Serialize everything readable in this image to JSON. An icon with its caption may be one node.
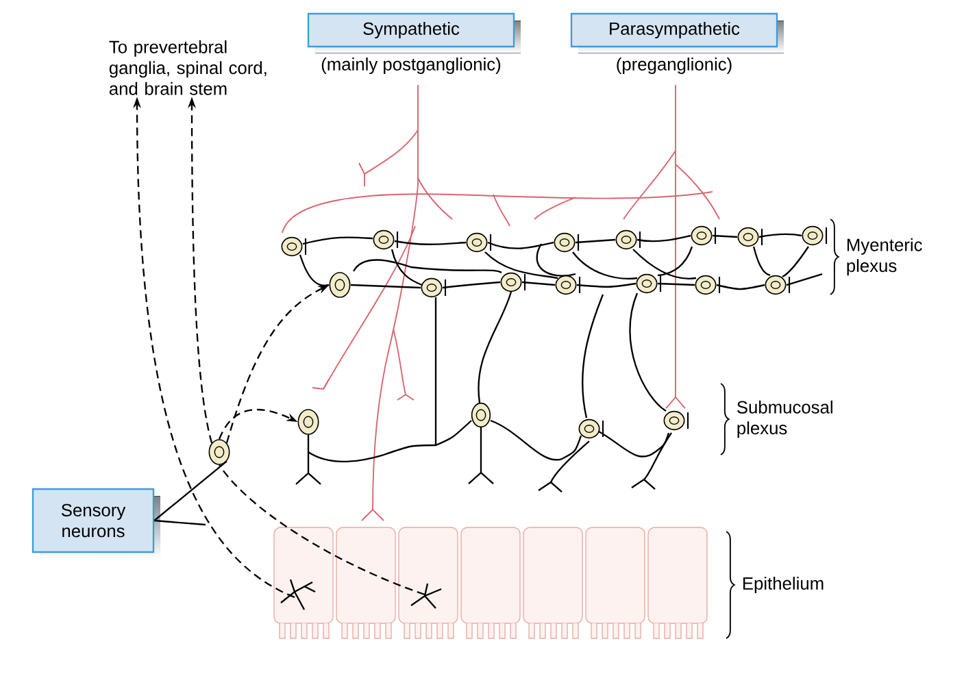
{
  "diagram": {
    "nodes": [
      {
        "text": [
          "Sympathetic"
        ],
        "beside": [
          "(mainly postganglionic)"
        ]
      },
      {
        "text": [
          "Parasympathetic"
        ],
        "beside": [
          "(preganglionic)"
        ]
      },
      {
        "text": [
          "To prevertebral ganglia, spinal cord, and brain stem"
        ]
      },
      {
        "text": [
          "Sensory neurons"
        ]
      },
      {
        "text": [],
        "shape": "circle"
      },
      {
        "text": [],
        "shape": "circle"
      },
      {
        "text": [],
        "shape": "circle"
      }
    ],
    "edges": [
      {
        "from": null,
        "to": 2,
        "arrow": "to",
        "style": "dashed"
      },
      {
        "from": 4,
        "to": 2,
        "arrow": "to",
        "style": "dashed"
      },
      {
        "from": null,
        "to": 4,
        "arrow": "none",
        "style": "dashed"
      },
      {
        "from": 4,
        "to": 5,
        "arrow": "to",
        "style": "dashed"
      },
      {
        "from": 4,
        "to": 6,
        "arrow": "to",
        "style": "dashed"
      },
      {
        "from": 3,
        "to": 4,
        "arrow": "none"
      },
      {
        "from": 3,
        "to": null,
        "arrow": "none"
      }
    ],
    "labels": [
      "Myenteric plexus",
      "Submucosal plexus",
      "Epithelium"
    ]
  }
}
